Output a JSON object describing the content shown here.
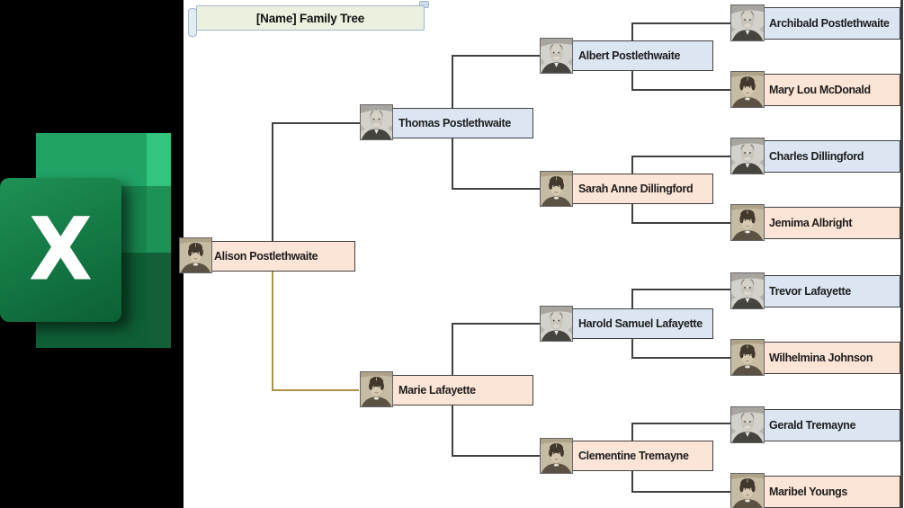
{
  "app": {
    "name": "Microsoft Excel",
    "logo_letter": "X"
  },
  "title": {
    "text": "[Name] Family Tree"
  },
  "colors": {
    "male_box_fill": "#dce6f2",
    "female_box_fill": "#fce4d6",
    "box_border": "#404040",
    "connector": "#404040",
    "connector_gold": "#ad9243",
    "title_fill": "#eaf1de",
    "title_border": "#9fb6d4",
    "excel_green": "#107c41",
    "panel_background": "#000000"
  },
  "tree": {
    "persons": [
      {
        "id": "alison",
        "name": "Alison Postlethwaite",
        "variant": "female",
        "generation": 1
      },
      {
        "id": "thomas",
        "name": "Thomas Postlethwaite",
        "variant": "male",
        "generation": 2
      },
      {
        "id": "marie",
        "name": "Marie Lafayette",
        "variant": "female",
        "generation": 2
      },
      {
        "id": "albert",
        "name": "Albert Postlethwaite",
        "variant": "male",
        "generation": 3
      },
      {
        "id": "sarah",
        "name": "Sarah Anne Dillingford",
        "variant": "female",
        "generation": 3
      },
      {
        "id": "harold",
        "name": "Harold Samuel Lafayette",
        "variant": "male",
        "generation": 3
      },
      {
        "id": "clementine",
        "name": "Clementine Tremayne",
        "variant": "female",
        "generation": 3
      },
      {
        "id": "archibald",
        "name": "Archibald Postlethwaite",
        "variant": "male",
        "generation": 4
      },
      {
        "id": "marylou",
        "name": "Mary Lou McDonald",
        "variant": "female",
        "generation": 4
      },
      {
        "id": "charles",
        "name": "Charles Dillingford",
        "variant": "male",
        "generation": 4
      },
      {
        "id": "jemima",
        "name": "Jemima Albright",
        "variant": "female",
        "generation": 4
      },
      {
        "id": "trevor",
        "name": "Trevor Lafayette",
        "variant": "male",
        "generation": 4
      },
      {
        "id": "wilhelmina",
        "name": "Wilhelmina Johnson",
        "variant": "female",
        "generation": 4
      },
      {
        "id": "gerald",
        "name": "Gerald Tremayne",
        "variant": "male",
        "generation": 4
      },
      {
        "id": "maribel",
        "name": "Maribel Youngs",
        "variant": "female",
        "generation": 4
      }
    ]
  }
}
